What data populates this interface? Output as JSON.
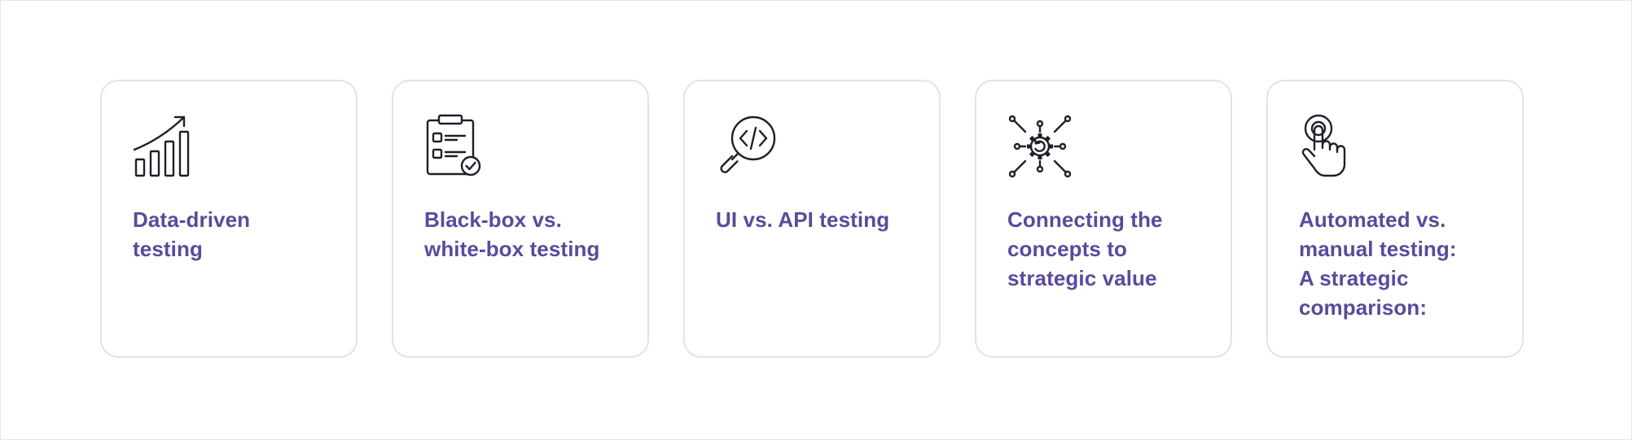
{
  "cards": [
    {
      "title_lines": [
        "Data-driven",
        "testing"
      ],
      "icon": "bar-chart-growth-icon"
    },
    {
      "title_lines": [
        "Black-box vs.",
        "white-box testing"
      ],
      "icon": "clipboard-checklist-icon"
    },
    {
      "title_lines": [
        "UI vs. API testing"
      ],
      "icon": "code-magnifier-icon"
    },
    {
      "title_lines": [
        "Connecting the",
        "concepts to",
        "strategic value"
      ],
      "icon": "gear-network-icon"
    },
    {
      "title_lines": [
        "Automated vs.",
        "manual testing:",
        "A strategic",
        "comparison:"
      ],
      "icon": "hand-pointer-tap-icon"
    }
  ],
  "colors": {
    "title": "#5a4a9c",
    "card_border": "#e3e1f0",
    "icon_stroke": "#1f1f2b"
  }
}
